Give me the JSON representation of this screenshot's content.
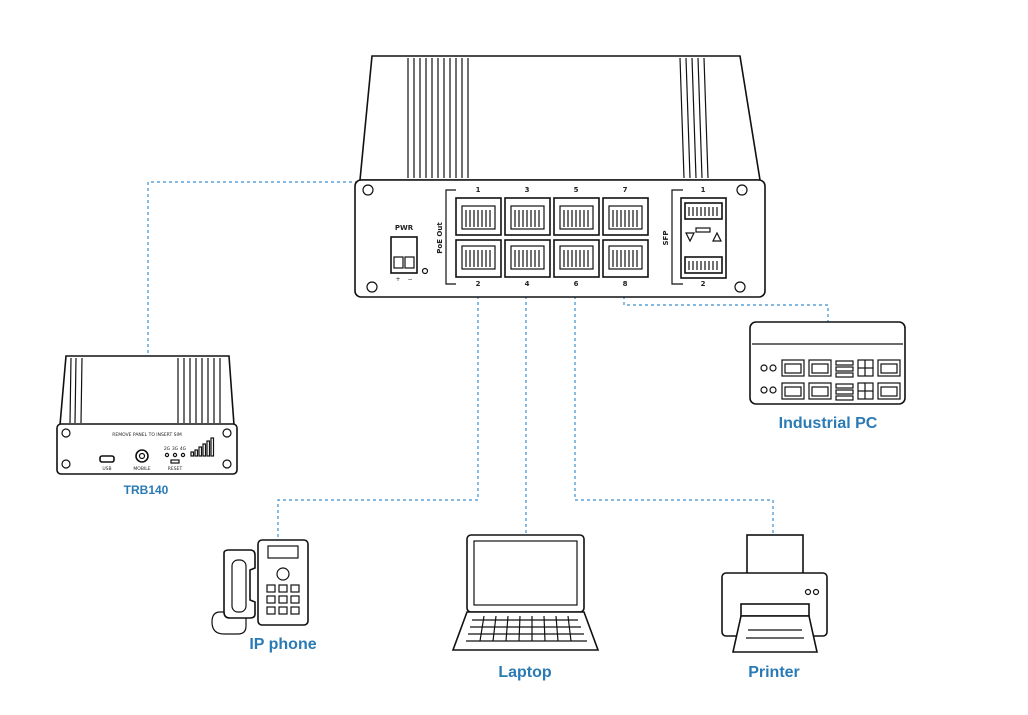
{
  "switch": {
    "power_label": "PWR",
    "power_plus": "+",
    "power_minus": "−",
    "poe_label": "PoE Out",
    "sfp_label": "SFP",
    "ports_top": [
      "1",
      "3",
      "5",
      "7"
    ],
    "ports_bottom": [
      "2",
      "4",
      "6",
      "8"
    ],
    "sfp_top": "1",
    "sfp_bottom": "2"
  },
  "devices": {
    "router": {
      "name": "TRB140",
      "panel_text": "REMOVE PANEL TO INSERT SIM",
      "usb_label": "USB",
      "mobile_label": "MOBILE",
      "reset_label": "RESET",
      "led_labels": [
        "2G",
        "3G",
        "4G"
      ]
    },
    "industrial_pc": {
      "name": "Industrial PC"
    },
    "ip_phone": {
      "name": "IP phone"
    },
    "laptop": {
      "name": "Laptop"
    },
    "printer": {
      "name": "Printer"
    }
  },
  "colors": {
    "label": "#2a7ab5",
    "link": "#3b8fd0",
    "outline": "#111111"
  }
}
